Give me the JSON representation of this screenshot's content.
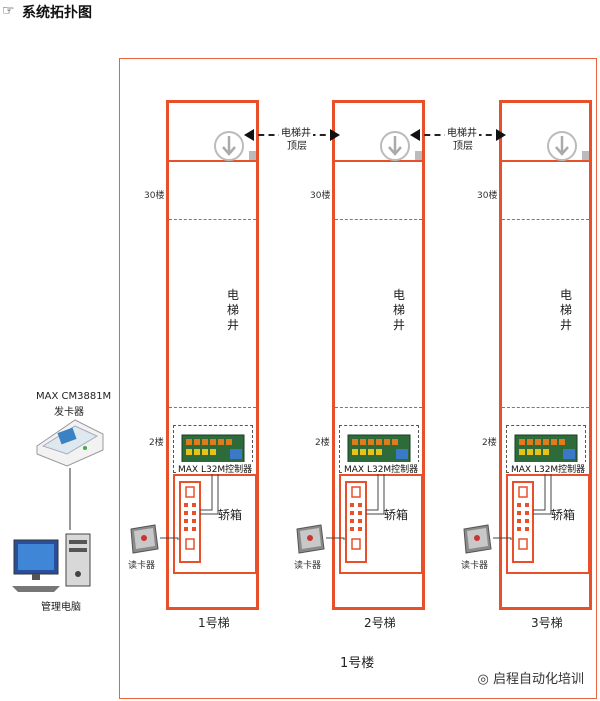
{
  "title": "系统拓扑图",
  "building_label": "1号楼",
  "shaft_top_label_line1": "电梯井",
  "shaft_top_label_line2": "顶层",
  "floor_30": "30楼",
  "floor_2": "2楼",
  "shaft_label": [
    "电",
    "梯",
    "井"
  ],
  "controller_label": "MAX L32M控制器",
  "car_label": "轿箱",
  "reader_label": "读卡器",
  "elevators": [
    "1号梯",
    "2号梯",
    "3号梯"
  ],
  "issuer_model": "MAX CM3881M",
  "issuer_label": "发卡器",
  "pc_label": "管理电脑",
  "watermark": "启程自动化培训",
  "colors": {
    "accent": "#e8502a",
    "border": "#e8643c"
  }
}
